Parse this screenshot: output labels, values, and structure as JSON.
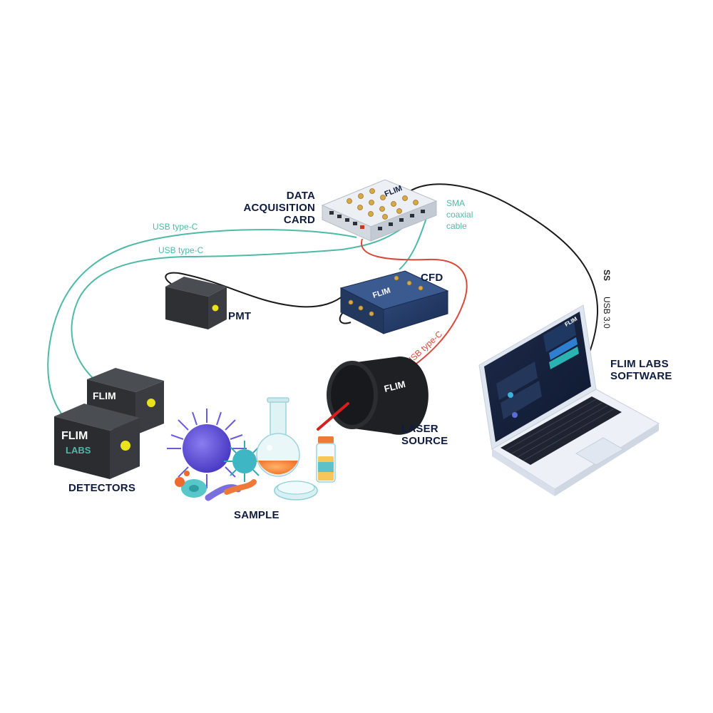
{
  "labels": {
    "daq_line1": "DATA",
    "daq_line2": "ACQUISITION",
    "daq_line3": "CARD",
    "cfd": "CFD",
    "pmt": "PMT",
    "detectors": "DETECTORS",
    "sample": "SAMPLE",
    "laser_line1": "LASER",
    "laser_line2": "SOURCE",
    "software_line1": "FLIM LABS",
    "software_line2": "SOFTWARE"
  },
  "cables": {
    "usb_c_1": "USB type-C",
    "usb_c_2": "USB type-C",
    "usb_c_red": "USB type-C",
    "sma_line1": "SMA",
    "sma_line2": "coaxial",
    "sma_line3": "cable",
    "usb3": "USB 3.0",
    "ss_logo": "SS"
  },
  "logo": {
    "part1": "FLIM",
    "part2": "LABS"
  },
  "colors": {
    "navy": "#0f1c3f",
    "teal_cable": "#4fb9a7",
    "red_cable": "#d8493a",
    "black_cable": "#1a1a1a",
    "detector_lens": "#e8e31a",
    "laser_beam": "#d62020"
  }
}
